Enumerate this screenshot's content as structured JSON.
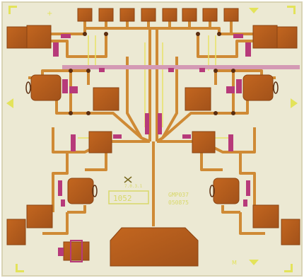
{
  "image": {
    "subject": "chip die",
    "colors": {
      "substrate": "#ece9d3",
      "gold_pad": "#b05a1c",
      "gold_pad_edge": "#8a4412",
      "trace": "#cf8a35",
      "resistor": "#b73a7a",
      "resistor_light": "#d49ab4",
      "thin_line": "#e8e266",
      "marker": "#e3e35a",
      "border_frame": "#ffffff"
    }
  },
  "labels": {
    "center_small": "7.0.3.1",
    "id_left": "1052",
    "id_right_top": "GMP037",
    "id_right_bottom": "050875",
    "corner_mark": "M",
    "top_mark": "+"
  }
}
